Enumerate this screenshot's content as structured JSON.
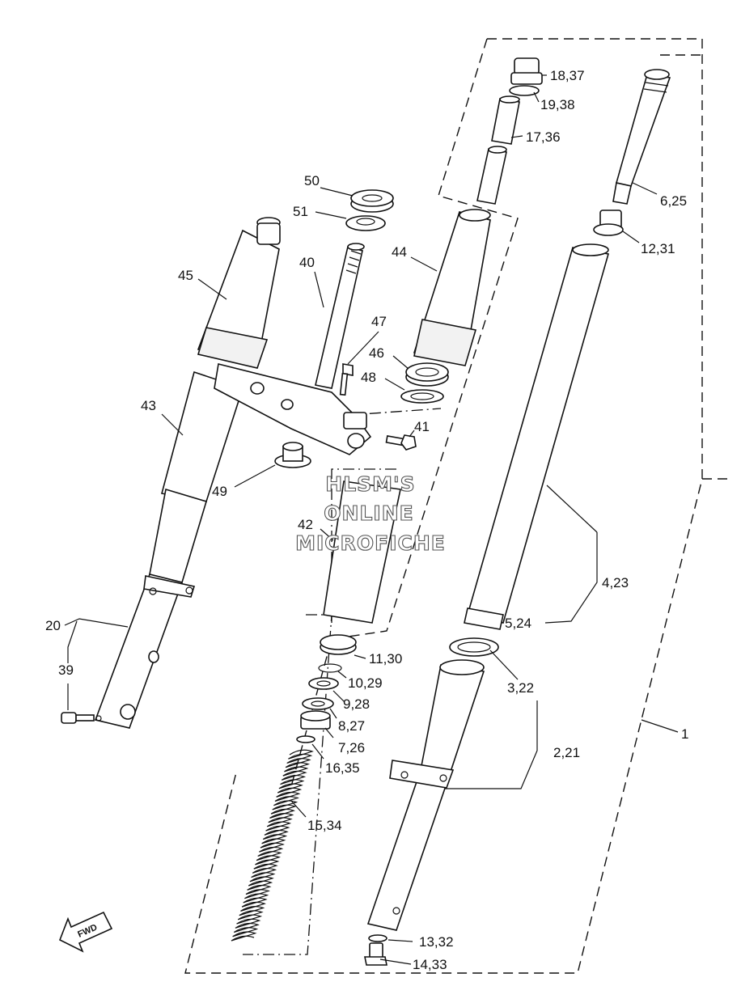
{
  "watermark": {
    "line1": "HLSM'S",
    "line2": "ONLINE",
    "line3": "MICROFICHE"
  },
  "direction_arrow": {
    "label": "FWD",
    "icon": "fwd-arrow-icon"
  },
  "callouts": {
    "c1": "1",
    "c2_21": "2,21",
    "c3_22": "3,22",
    "c4_23": "4,23",
    "c5_24": "5,24",
    "c6_25": "6,25",
    "c7_26": "7,26",
    "c8_27": "8,27",
    "c9_28": "9,28",
    "c10_29": "10,29",
    "c11_30": "11,30",
    "c12_31": "12,31",
    "c13_32": "13,32",
    "c14_33": "14,33",
    "c15_34": "15,34",
    "c16_35": "16,35",
    "c17_36": "17,36",
    "c18_37": "18,37",
    "c19_38": "19,38",
    "c20": "20",
    "c39": "39",
    "c40": "40",
    "c41": "41",
    "c42": "42",
    "c43": "43",
    "c44": "44",
    "c45": "45",
    "c46": "46",
    "c47": "47",
    "c48": "48",
    "c49": "49",
    "c50": "50",
    "c51": "51"
  }
}
